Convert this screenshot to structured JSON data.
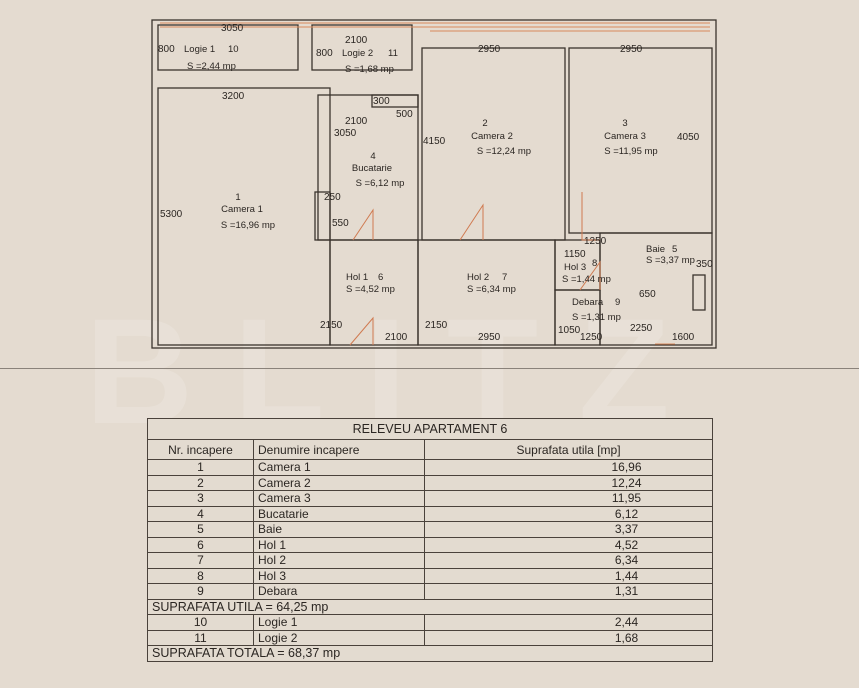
{
  "watermark": "BLITZ",
  "plan": {
    "rooms": [
      {
        "nr": "1",
        "name": "Camera 1",
        "area": "S =16,96 mp"
      },
      {
        "nr": "2",
        "name": "Camera 2",
        "area": "S =12,24 mp"
      },
      {
        "nr": "3",
        "name": "Camera 3",
        "area": "S =11,95 mp"
      },
      {
        "nr": "4",
        "name": "Bucatarie",
        "area": "S =6,12 mp"
      },
      {
        "nr": "5",
        "name": "Baie",
        "area": "S =3,37 mp"
      },
      {
        "nr": "6",
        "name": "Hol 1",
        "area": "S =4,52 mp"
      },
      {
        "nr": "7",
        "name": "Hol 2",
        "area": "S =6,34 mp"
      },
      {
        "nr": "8",
        "name": "Hol 3",
        "area": "S =1,44 mp"
      },
      {
        "nr": "9",
        "name": "Debara",
        "area": "S =1,31 mp"
      },
      {
        "nr": "10",
        "name": "Logie 1",
        "area": "S =2,44 mp"
      },
      {
        "nr": "11",
        "name": "Logie 2",
        "area": "S =1,68 mp"
      }
    ],
    "dimensions": [
      "3050",
      "800",
      "2100",
      "800",
      "2950",
      "2950",
      "3200",
      "300",
      "500",
      "2100",
      "3050",
      "4150",
      "4050",
      "250",
      "550",
      "5300",
      "1250",
      "1150",
      "350",
      "650",
      "2150",
      "2100",
      "2150",
      "2950",
      "1050",
      "1250",
      "2250",
      "1600"
    ]
  },
  "table": {
    "title": "RELEVEU APARTAMENT 6",
    "headers": [
      "Nr. incapere",
      "Denumire incapere",
      "Suprafata utila [mp]"
    ],
    "rows": [
      [
        "1",
        "Camera 1",
        "16,96"
      ],
      [
        "2",
        "Camera 2",
        "12,24"
      ],
      [
        "3",
        "Camera 3",
        "11,95"
      ],
      [
        "4",
        "Bucatarie",
        "6,12"
      ],
      [
        "5",
        "Baie",
        "3,37"
      ],
      [
        "6",
        "Hol 1",
        "4,52"
      ],
      [
        "7",
        "Hol 2",
        "6,34"
      ],
      [
        "8",
        "Hol 3",
        "1,44"
      ],
      [
        "9",
        "Debara",
        "1,31"
      ]
    ],
    "subtotal": "SUPRAFATA UTILA = 64,25 mp",
    "rows2": [
      [
        "10",
        "Logie 1",
        "2,44"
      ],
      [
        "11",
        "Logie 2",
        "1,68"
      ]
    ],
    "total": "SUPRAFATA TOTALA = 68,37 mp"
  }
}
